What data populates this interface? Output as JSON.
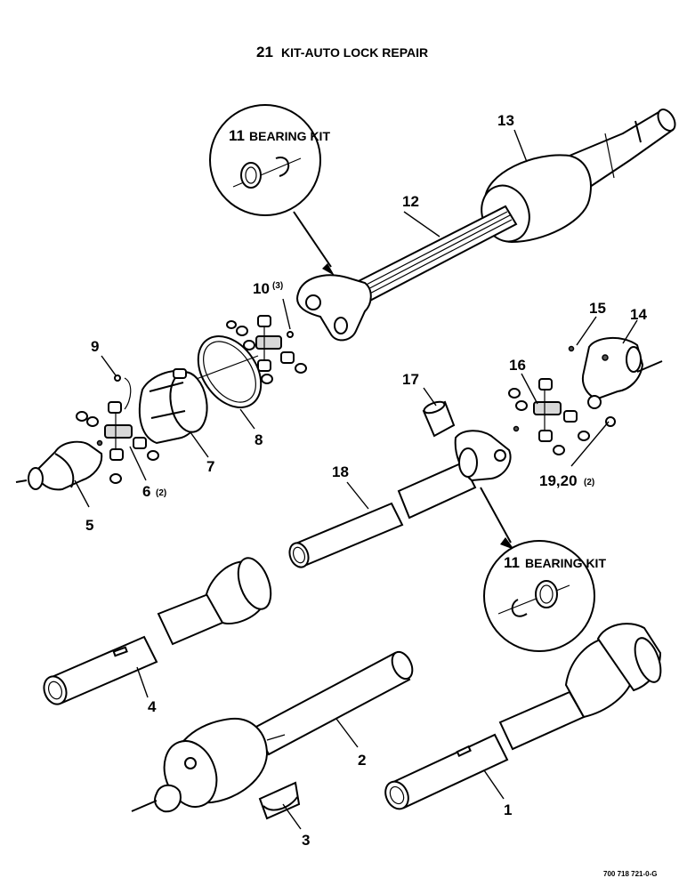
{
  "title": {
    "number": "21",
    "text": "KIT-AUTO LOCK REPAIR"
  },
  "bearing_kits": [
    {
      "number": "11",
      "text": "BEARING KIT"
    },
    {
      "number": "11",
      "text": "BEARING KIT"
    }
  ],
  "callouts": {
    "c1": "1",
    "c2": "2",
    "c3": "3",
    "c4": "4",
    "c5": "5",
    "c6": "6",
    "c6_qty": "(2)",
    "c7": "7",
    "c8": "8",
    "c9": "9",
    "c10": "10",
    "c10_qty": "(3)",
    "c12": "12",
    "c13": "13",
    "c14": "14",
    "c15": "15",
    "c16": "16",
    "c17": "17",
    "c18": "18",
    "c19_20": "19,20",
    "c19_20_qty": "(2)"
  },
  "footer_code": "700 718 721-0-G"
}
